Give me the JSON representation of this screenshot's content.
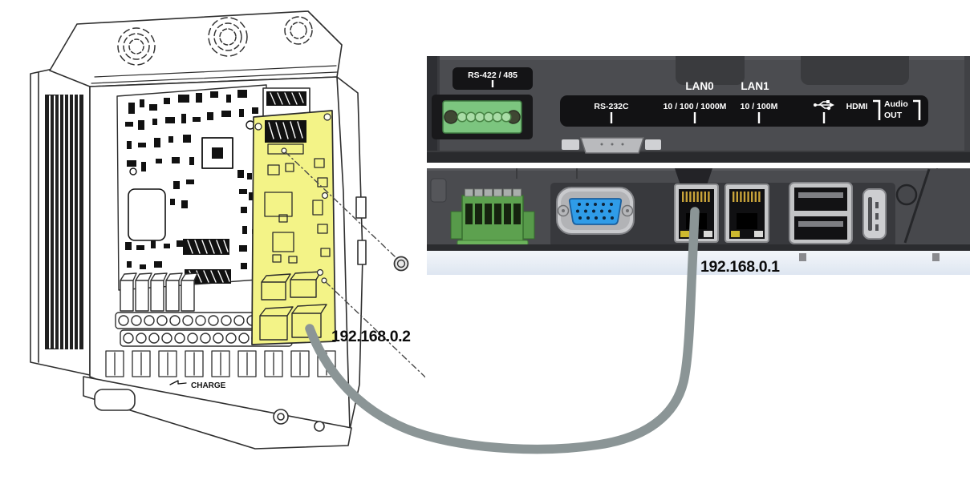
{
  "inverter": {
    "ip_label": "192.168.0.2",
    "charge_label": "CHARGE",
    "option_card_color": "#f3f387"
  },
  "hmi": {
    "ip_label": "192.168.0.1",
    "top_panel": {
      "rs422_label": "RS-422 / 485",
      "lan0_name": "LAN0",
      "lan1_name": "LAN1",
      "rs232c_label": "RS-232C",
      "lan0_speed_label": "10 / 100 / 1000M",
      "lan1_speed_label": "10 / 100M",
      "hdmi_label": "HDMI",
      "audio_label_line1": "Audio",
      "audio_label_line2": "OUT",
      "usb_icon": "usb-trident-icon"
    },
    "colors": {
      "panel_gray": "#4a4b4f",
      "recess_gray": "#38393d",
      "label_black": "#131315",
      "label_text": "#ffffff",
      "terminal_green": "#7cc57f",
      "vga_blue": "#2f9ce8",
      "bottom_strip": "#e9eef7",
      "cable_gray": "#8b9596"
    }
  }
}
